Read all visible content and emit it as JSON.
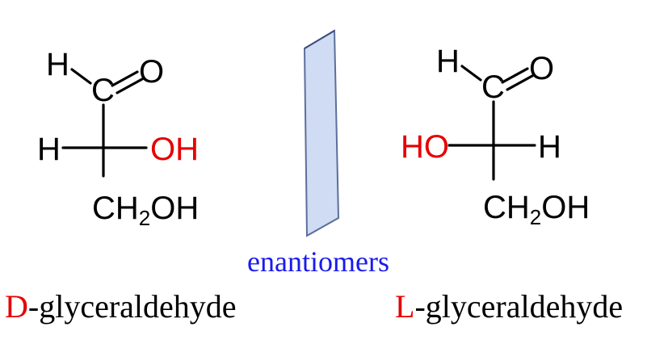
{
  "colors": {
    "text": "#000000",
    "heteroatom": "#e60000",
    "label": "#1a1aee",
    "mirror_fill": "#cfdcf3",
    "mirror_edge": "#5c6f9c"
  },
  "mirror": {
    "label": "enantiomers"
  },
  "d_isomer": {
    "atoms": {
      "h_top": "H",
      "c_top": "C",
      "o_top": "O",
      "h_left": "H",
      "oh_right": "OH",
      "ch": "CH",
      "sub2": "2",
      "oh_bottom": "OH"
    },
    "name_prefix": "D",
    "name_rest": "-glyceraldehyde"
  },
  "l_isomer": {
    "atoms": {
      "h_top": "H",
      "c_top": "C",
      "o_top": "O",
      "ho_left": "HO",
      "h_right": "H",
      "ch": "CH",
      "sub2": "2",
      "oh_bottom": "OH"
    },
    "name_prefix": "L",
    "name_rest": "-glyceraldehyde"
  }
}
